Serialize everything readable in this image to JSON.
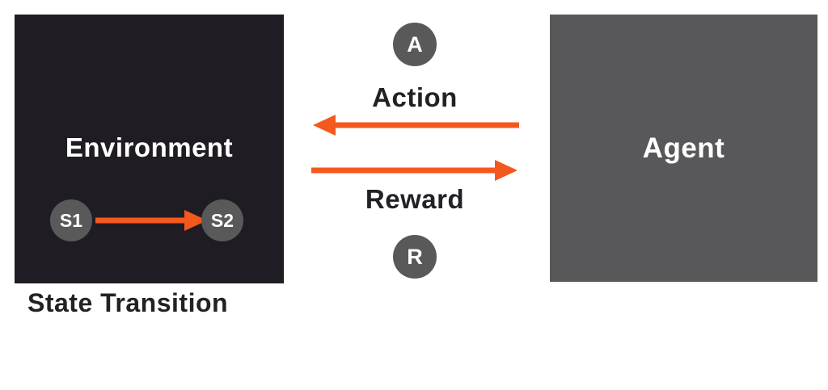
{
  "diagram": {
    "environment": {
      "label": "Environment",
      "caption": "State Transition",
      "state_from": "S1",
      "state_to": "S2"
    },
    "agent": {
      "label": "Agent"
    },
    "action": {
      "badge": "A",
      "label": "Action"
    },
    "reward": {
      "badge": "R",
      "label": "Reward"
    }
  },
  "colors": {
    "accent": "#f4581c",
    "environment_box": "#201c24",
    "agent_box": "#58585b",
    "badge": "#595959",
    "text_dark": "#222226",
    "text_light": "#ffffff"
  }
}
